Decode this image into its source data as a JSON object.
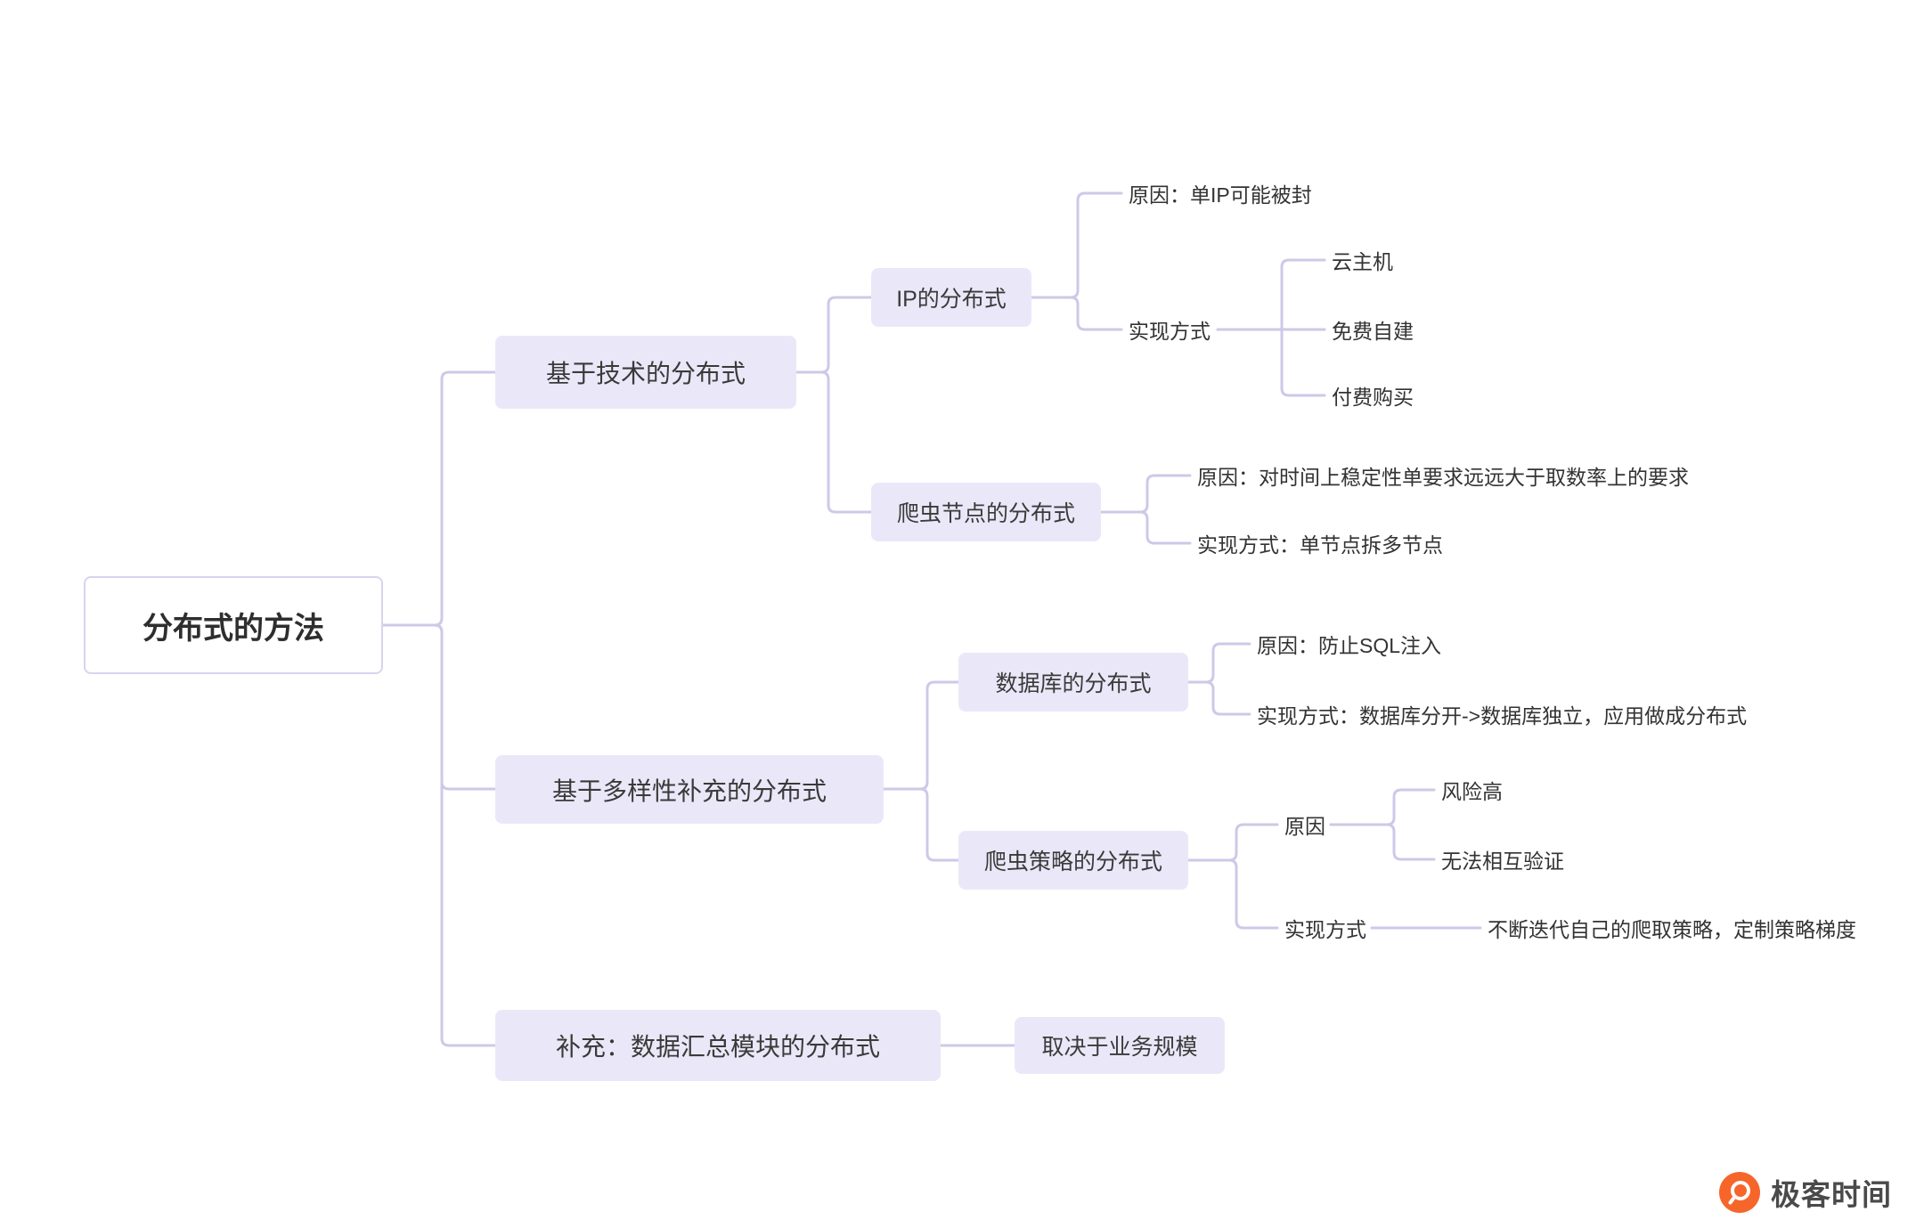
{
  "mindmap": {
    "root": "分布式的方法",
    "branches": [
      {
        "label": "基于技术的分布式",
        "children": [
          {
            "label": "IP的分布式",
            "children": [
              {
                "label": "原因：单IP可能被封"
              },
              {
                "label": "实现方式",
                "children": [
                  {
                    "label": "云主机"
                  },
                  {
                    "label": "免费自建"
                  },
                  {
                    "label": "付费购买"
                  }
                ]
              }
            ]
          },
          {
            "label": "爬虫节点的分布式",
            "children": [
              {
                "label": "原因：对时间上稳定性单要求远远大于取数率上的要求"
              },
              {
                "label": "实现方式：单节点拆多节点"
              }
            ]
          }
        ]
      },
      {
        "label": "基于多样性补充的分布式",
        "children": [
          {
            "label": "数据库的分布式",
            "children": [
              {
                "label": "原因：防止SQL注入"
              },
              {
                "label": "实现方式：数据库分开->数据库独立，应用做成分布式"
              }
            ]
          },
          {
            "label": "爬虫策略的分布式",
            "children": [
              {
                "label": "原因",
                "children": [
                  {
                    "label": "风险高"
                  },
                  {
                    "label": "无法相互验证"
                  }
                ]
              },
              {
                "label": "实现方式",
                "children": [
                  {
                    "label": "不断迭代自己的爬取策略，定制策略梯度"
                  }
                ]
              }
            ]
          }
        ]
      },
      {
        "label": "补充：数据汇总模块的分布式",
        "children": [
          {
            "label": "取决于业务规模"
          }
        ]
      }
    ]
  },
  "footer": {
    "brand": "极客时间"
  },
  "colors": {
    "node_fill": "#EAE8F8",
    "root_border": "#D8D4EE",
    "line": "#CDC9E8",
    "text": "#333333",
    "brand_orange": "#F6662A"
  }
}
